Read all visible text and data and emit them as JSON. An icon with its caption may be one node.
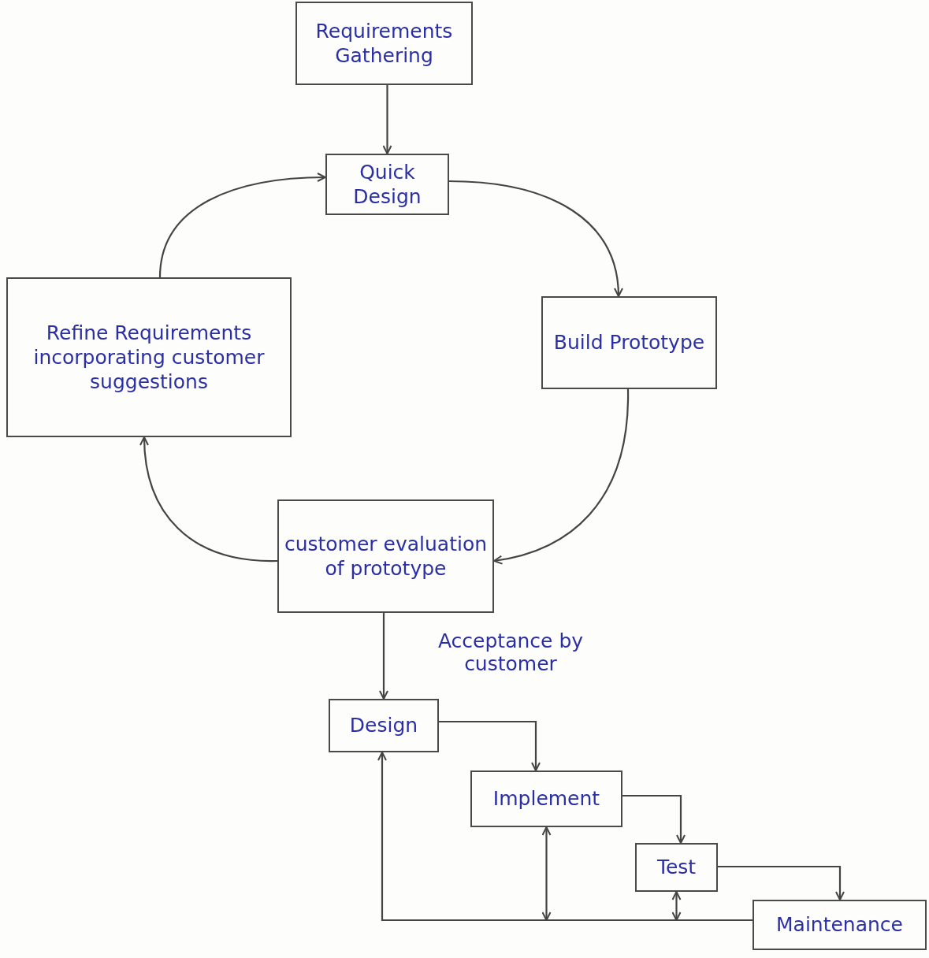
{
  "diagram": {
    "nodes": [
      {
        "text": [
          "Requirements Gathering"
        ]
      },
      {
        "text": [
          "Quick Design"
        ]
      },
      {
        "text": [
          "Refine Requirements incorporating customer suggestions"
        ]
      },
      {
        "text": [
          "Build Prototype"
        ]
      },
      {
        "text": [
          "customer evaluation of prototype"
        ]
      },
      {
        "text": [
          "Design"
        ]
      },
      {
        "text": [
          "Implement"
        ]
      },
      {
        "text": [
          "Test"
        ]
      },
      {
        "text": [
          "Maintenance"
        ]
      }
    ],
    "edges": [
      {
        "from": 0,
        "to": 1,
        "arrow": "to"
      },
      {
        "from": 1,
        "to": 3,
        "arrow": "to"
      },
      {
        "from": 3,
        "to": 4,
        "arrow": "to"
      },
      {
        "from": 4,
        "to": 2,
        "arrow": "to"
      },
      {
        "from": 2,
        "to": 1,
        "arrow": "to"
      },
      {
        "from": 4,
        "to": 5,
        "arrow": "to",
        "label": "Acceptance by customer"
      },
      {
        "from": 5,
        "to": 6,
        "arrow": "to"
      },
      {
        "from": 6,
        "to": 7,
        "arrow": "to"
      },
      {
        "from": 7,
        "to": 8,
        "arrow": "to"
      },
      {
        "from": 8,
        "to": 5,
        "arrow": "to"
      },
      {
        "from": null,
        "to": 6,
        "arrow": "both"
      },
      {
        "from": null,
        "to": 7,
        "arrow": "both"
      }
    ]
  }
}
